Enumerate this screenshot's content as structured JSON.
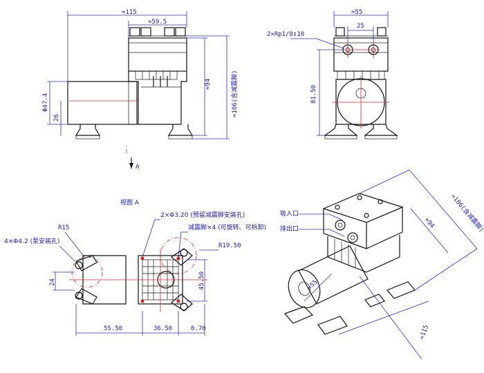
{
  "front": {
    "width_label": "≈115",
    "offset_label": "≈59.5",
    "height_label": "≈94",
    "total_height_label": "≈106(含减震脚)",
    "dia_label": "Φ47.4",
    "center_label": "26"
  },
  "side": {
    "width_label": "≈55",
    "port_spacing_label": "25",
    "thread_label": "2×Rp1/8↧10",
    "height_label": "81.50"
  },
  "arrow_a": "A",
  "bottom": {
    "view_label": "视图 A",
    "reserved_holes_label": "2×Φ3.20 (预留减震脚安装孔)",
    "feet_label": "减震脚×4 (可旋转、可拆卸)",
    "r15_label": "R15",
    "mount_holes_label": "4×Φ4.2 (泵安装孔)",
    "r19_label": "R19.50",
    "dim_24": "24",
    "dim_4550": "45.50",
    "dim_5550": "55.50",
    "dim_3650": "36.50",
    "dim_870": "8.70"
  },
  "iso": {
    "inlet_label": "吸入口",
    "outlet_label": "排出口",
    "height_label": "≈106(含减震脚)",
    "dim_94": "≈94",
    "dim_55": "≈55",
    "dim_115": "≈115"
  }
}
